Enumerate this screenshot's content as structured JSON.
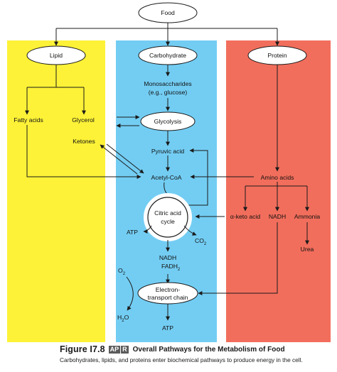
{
  "colors": {
    "lipid_column": "#FDF237",
    "carbohydrate_column": "#73CDF3",
    "protein_column": "#F26E5C",
    "line": "#1a1a1a"
  },
  "nodes": {
    "food": "Food",
    "lipid": "Lipid",
    "carbohydrate": "Carbohydrate",
    "protein": "Protein",
    "monosaccharides_line1": "Monosaccharides",
    "monosaccharides_line2": "(e.g., glucose)",
    "fatty_acids": "Fatty acids",
    "glycerol": "Glycerol",
    "glycolysis": "Glycolysis",
    "ketones": "Ketones",
    "pyruvic_acid": "Pyruvic acid",
    "acetyl_coa": "Acetyl-CoA",
    "amino_acids": "Amino acids",
    "citric_acid_line1": "Citric acid",
    "citric_acid_line2": "cycle",
    "atp_cycle": "ATP",
    "co2": "CO",
    "co2_sub": "2",
    "alpha_keto_acid": "α-keto acid",
    "nadh_protein": "NADH",
    "ammonia": "Ammonia",
    "urea": "Urea",
    "nadh": "NADH",
    "fadh": "FADH",
    "fadh_sub": "2",
    "o2": "O",
    "o2_sub": "2",
    "h2o_h": "H",
    "h2o_sub": "2",
    "h2o_o": "O",
    "etc_line1": "Electron-",
    "etc_line2": "transport chain",
    "atp_final": "ATP"
  },
  "caption": {
    "figure_number": "Figure I7.8",
    "badge_a": "AP",
    "badge_b": "R",
    "title": "Overall Pathways for the Metabolism of Food",
    "text": "Carbohydrates, lipids, and proteins enter biochemical pathways to produce energy in the cell."
  }
}
